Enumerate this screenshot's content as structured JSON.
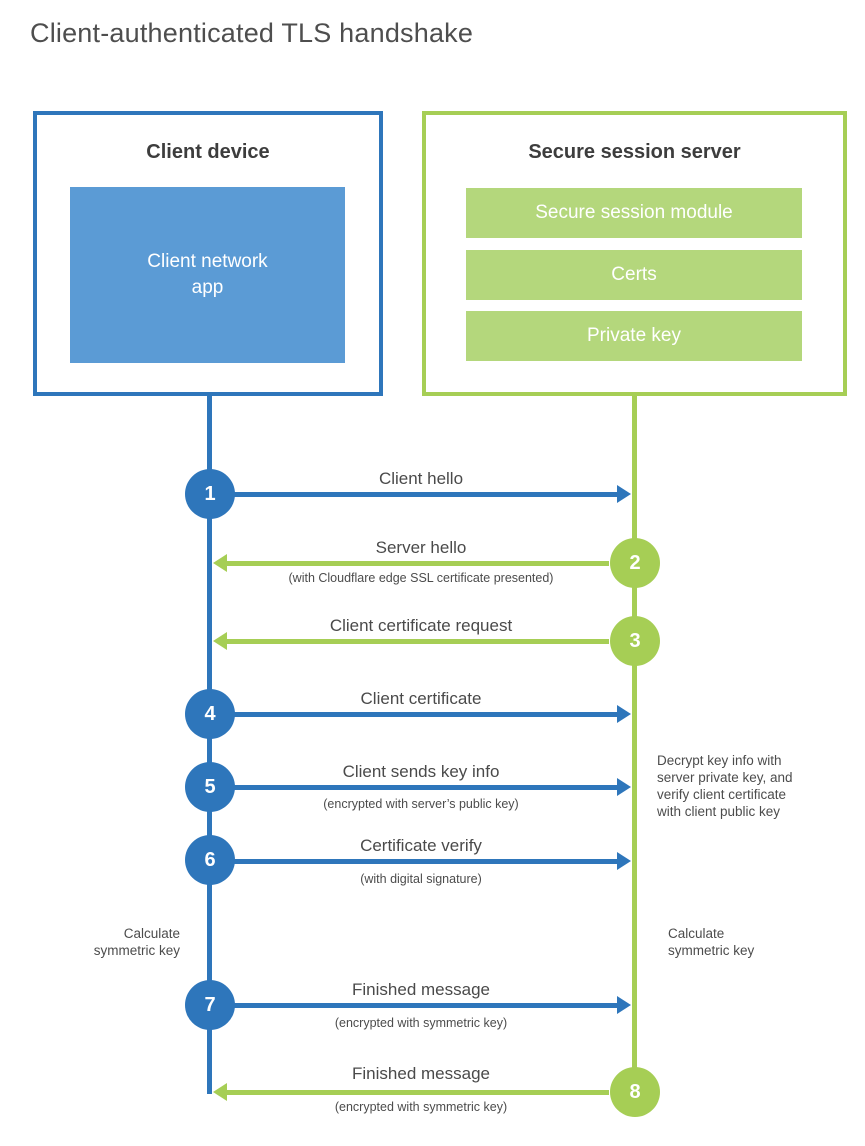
{
  "title": "Client-authenticated TLS handshake",
  "colors": {
    "blue": "#2e76bb",
    "blue_fill": "#5b9bd5",
    "green": "#a6ce55",
    "green_fill": "#b4d77c"
  },
  "client_box": {
    "title": "Client device",
    "app_label": "Client network\napp"
  },
  "server_box": {
    "title": "Secure session server",
    "modules": [
      "Secure session module",
      "Certs",
      "Private key"
    ]
  },
  "steps": [
    {
      "number": "1",
      "direction": "right",
      "label": "Client hello",
      "sublabel": ""
    },
    {
      "number": "2",
      "direction": "left",
      "label": "Server hello",
      "sublabel": "(with Cloudflare edge SSL certificate presented)"
    },
    {
      "number": "3",
      "direction": "left",
      "label": "Client certificate request",
      "sublabel": ""
    },
    {
      "number": "4",
      "direction": "right",
      "label": "Client certificate",
      "sublabel": ""
    },
    {
      "number": "5",
      "direction": "right",
      "label": "Client sends key info",
      "sublabel": "(encrypted with server’s public key)"
    },
    {
      "number": "6",
      "direction": "right",
      "label": "Certificate verify",
      "sublabel": "(with digital signature)"
    },
    {
      "number": "7",
      "direction": "right",
      "label": "Finished message",
      "sublabel": "(encrypted with symmetric key)"
    },
    {
      "number": "8",
      "direction": "left",
      "label": "Finished message",
      "sublabel": "(encrypted with symmetric key)"
    }
  ],
  "annotations": {
    "decrypt_note": "Decrypt key info with\nserver private key, and\nverify client certificate\nwith client public key",
    "calculate_left": "Calculate\nsymmetric key",
    "calculate_right": "Calculate\nsymmetric key"
  }
}
